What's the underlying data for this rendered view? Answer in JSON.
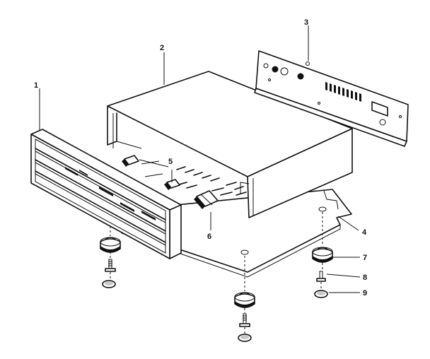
{
  "callouts": {
    "p1": "1",
    "p2": "2",
    "p3": "3",
    "p4": "4",
    "p5": "5",
    "p6": "6",
    "p7": "7",
    "p8": "8",
    "p9": "9"
  }
}
